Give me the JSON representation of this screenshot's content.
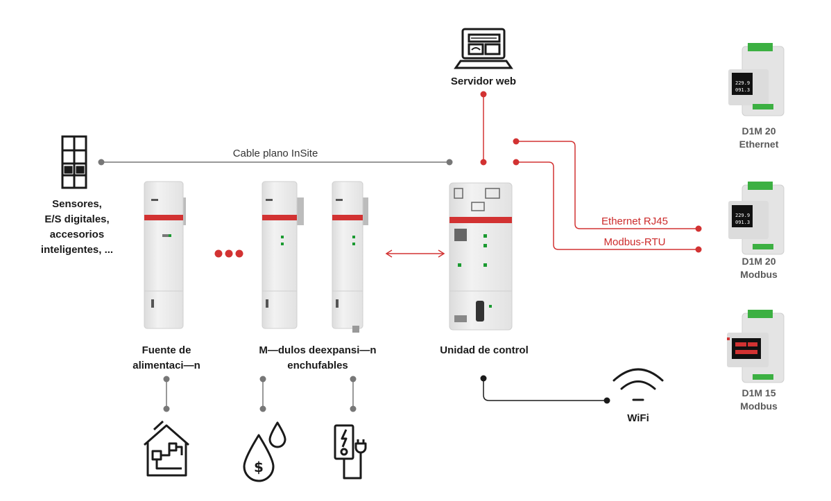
{
  "labels": {
    "web_server": "Servidor web",
    "flat_cable": "Cable plano InSite",
    "sensors": [
      "Sensores,",
      "E/S digitales,",
      "accesorios",
      "inteligentes, ..."
    ],
    "power_supply": [
      "Fuente de",
      "alimentaci—n"
    ],
    "modules": [
      "M—dulos deexpansi—n",
      "enchufables"
    ],
    "control_unit": "Unidad de control",
    "ethernet_rj45": "Ethernet RJ45",
    "modbus_rtu": "Modbus-RTU",
    "wifi": "WiFi"
  },
  "meters": [
    {
      "line1": "D1M 20",
      "line2": "Ethernet"
    },
    {
      "line1": "D1M 20",
      "line2": "Modbus"
    },
    {
      "line1": "D1M 15",
      "line2": "Modbus"
    }
  ],
  "icons": {
    "laptop": "laptop-icon",
    "breaker": "breaker-panel-icon",
    "smart_home": "smart-home-icon",
    "water_cost": "water-cost-icon",
    "ev_charger": "ev-charger-icon",
    "wifi": "wifi-icon"
  },
  "colors": {
    "accent_red": "#d23232",
    "line_grey": "#777777",
    "device_body": "#ececec",
    "text_dark": "#1a1a1a"
  }
}
